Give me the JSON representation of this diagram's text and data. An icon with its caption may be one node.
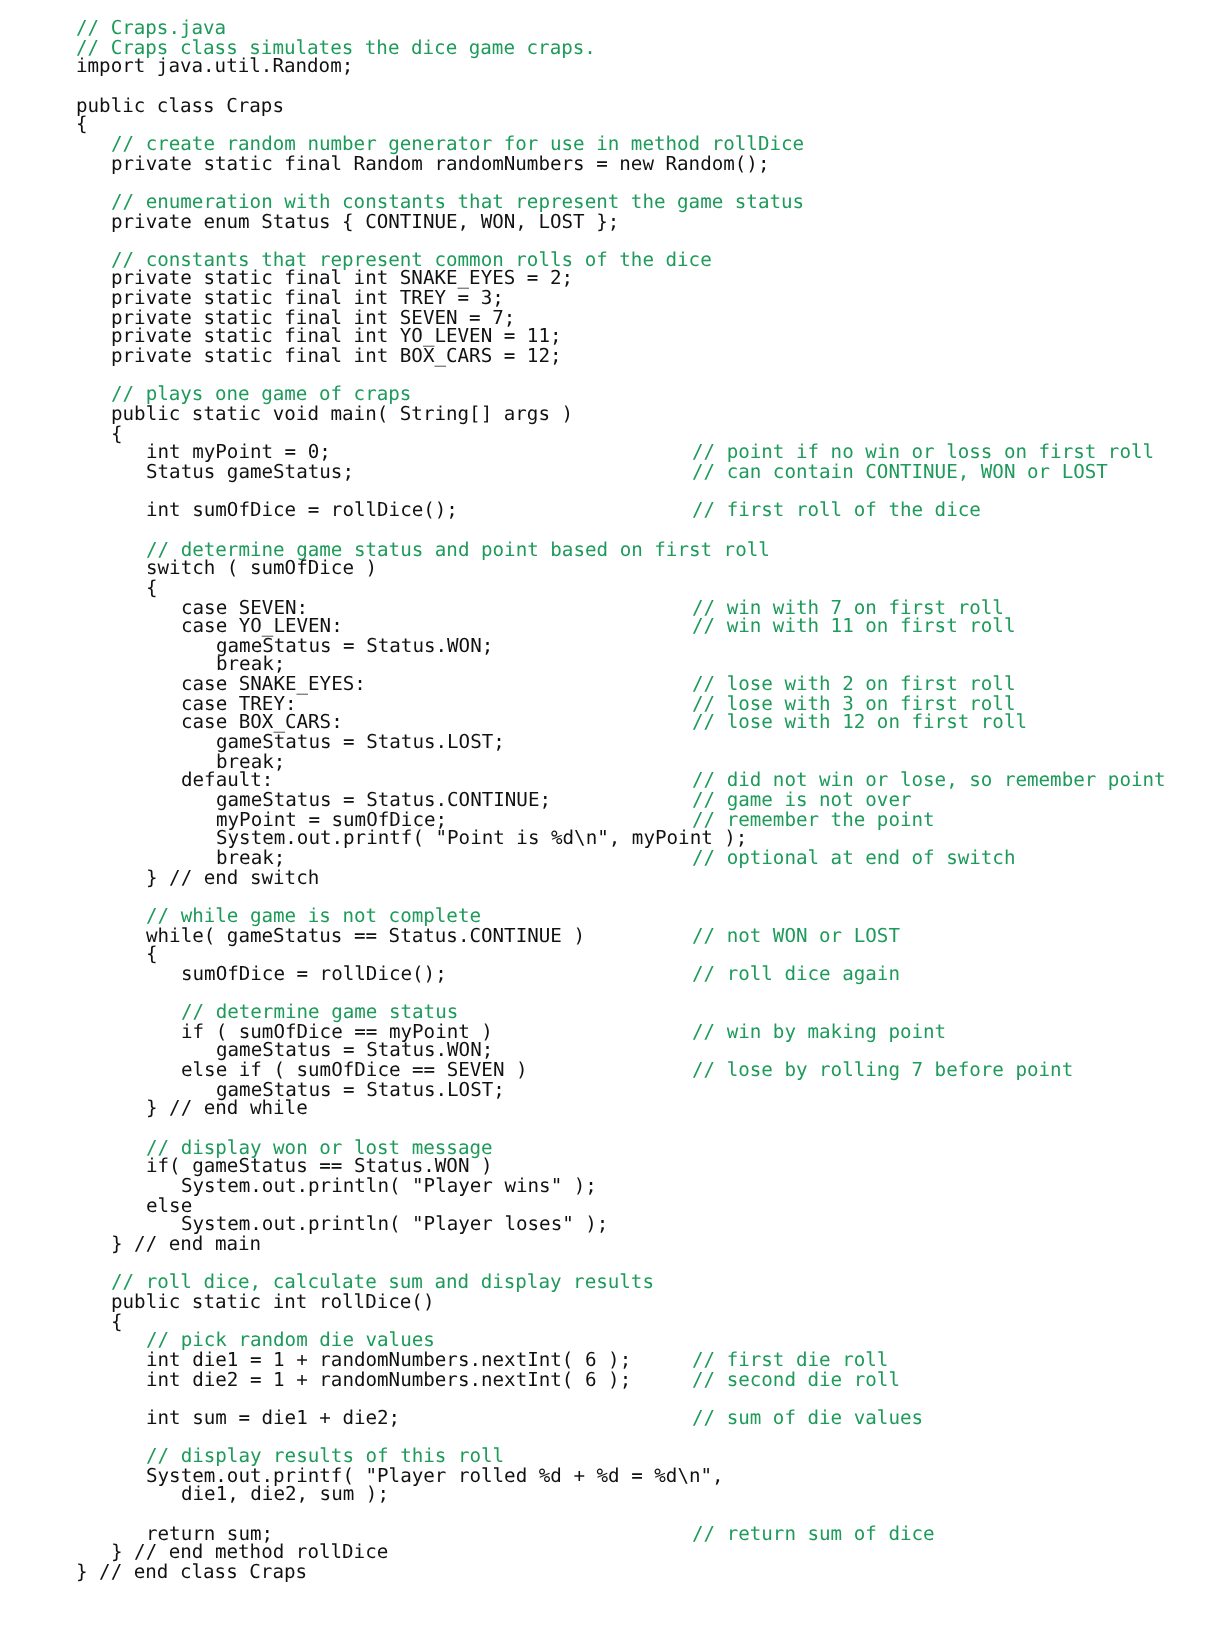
{
  "diagram": {
    "labels": [
      "// Craps.java",
      "// Craps class simulates the dice game craps.",
      "import java.util.Random;",
      "public class Craps",
      "{",
      "// create random number generator for use in method rollDice",
      "private static final Random randomNumbers = new Random();",
      "// enumeration with constants that represent the game status",
      "private enum Status { CONTINUE, WON, LOST };",
      "// constants that represent common rolls of the dice",
      "private static final int SNAKE_EYES = 2;",
      "private static final int TREY = 3;",
      "private static final int SEVEN = 7;",
      "private static final int YO_LEVEN = 11;",
      "private static final int BOX_CARS = 12;",
      "// plays one game of craps",
      "public static void main( String[] args )",
      "{",
      "int myPoint = 0;",
      "// point if no win or loss on first roll",
      "Status gameStatus;",
      "// can contain CONTINUE, WON or LOST",
      "int sumOfDice = rollDice();",
      "// first roll of the dice",
      "// determine game status and point based on first roll",
      "switch ( sumOfDice )",
      "{",
      "case SEVEN:",
      "// win with 7 on first roll",
      "case YO_LEVEN:",
      "// win with 11 on first roll",
      "gameStatus = Status.WON;",
      "break;",
      "case SNAKE_EYES:",
      "// lose with 2 on first roll",
      "case TREY:",
      "// lose with 3 on first roll",
      "case BOX_CARS:",
      "// lose with 12 on first roll",
      "gameStatus = Status.LOST;",
      "break;",
      "default:",
      "// did not win or lose, so remember point",
      "gameStatus = Status.CONTINUE;",
      "// game is not over",
      "myPoint = sumOfDice;",
      "// remember the point",
      "System.out.printf( \"Point is %d\\n\", myPoint );",
      "break;",
      "// optional at end of switch",
      "} // end switch",
      "// while game is not complete",
      "while( gameStatus == Status.CONTINUE )",
      "// not WON or LOST",
      "{",
      "sumOfDice = rollDice();",
      "// roll dice again",
      "// determine game status",
      "if ( sumOfDice == myPoint )",
      "// win by making point",
      "gameStatus = Status.WON;",
      "else if ( sumOfDice == SEVEN )",
      "// lose by rolling 7 before point",
      "gameStatus = Status.LOST;",
      "} // end while",
      "// display won or lost message",
      "if( gameStatus == Status.WON )",
      "System.out.println( \"Player wins\" );",
      "else",
      "System.out.println( \"Player loses\" );",
      "} // end main",
      "// roll dice, calculate sum and display results",
      "public static int rollDice()",
      "{",
      "// pick random die values",
      "int die1 = 1 + randomNumbers.nextInt( 6 );",
      "// first die roll",
      "int die2 = 1 + randomNumbers.nextInt( 6 );",
      "// second die roll",
      "int sum = die1 + die2;",
      "// sum of die values",
      "// display results of this roll",
      "System.out.printf( \"Player rolled %d + %d = %d\\n\",",
      "die1, die2, sum );",
      "return sum;",
      "// return sum of dice",
      "} // end method rollDice",
      "} // end class Craps"
    ]
  }
}
